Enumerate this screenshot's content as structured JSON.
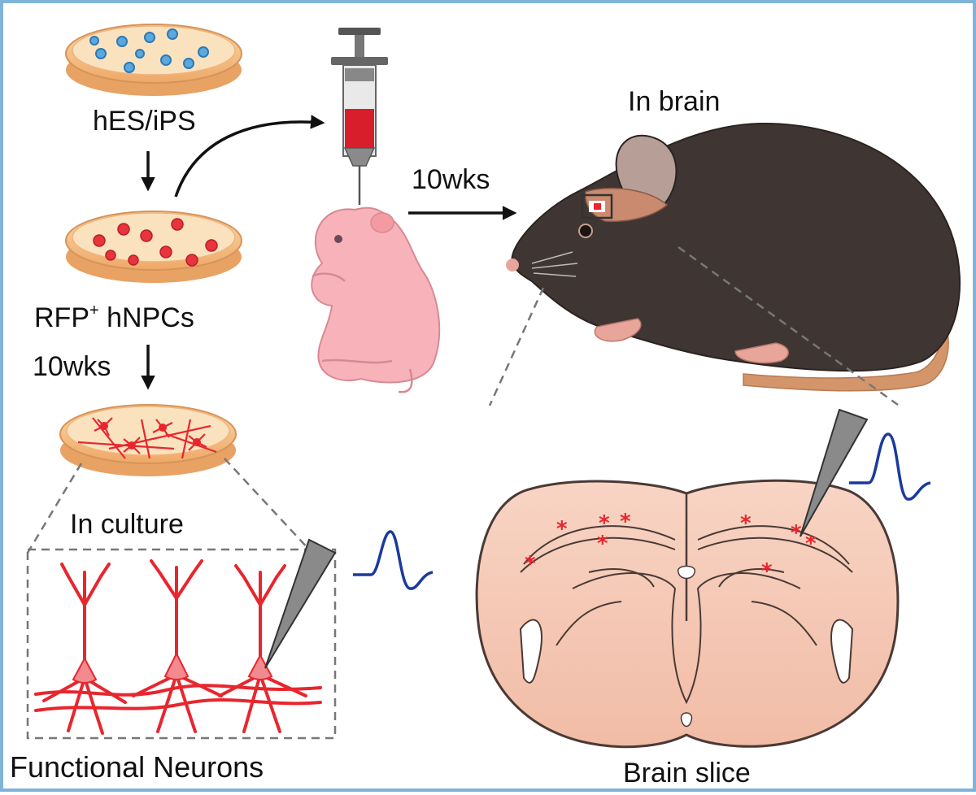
{
  "labels": {
    "hes_ips": "hES/iPS",
    "rfp_prefix": "RFP",
    "rfp_sup": "+",
    "rfp_suffix": " hNPCs",
    "weeks_left": "10wks",
    "weeks_top": "10wks",
    "in_culture": "In culture",
    "functional_neurons": "Functional Neurons",
    "in_brain": "In brain",
    "brain_slice": "Brain slice"
  },
  "colors": {
    "border": "#7fb3d9",
    "dish_media": "#f4c08a",
    "dish_rim": "#e2a066",
    "blue_cell": "#58a8dc",
    "red_cell": "#e8343c",
    "neuron": "#e8262e",
    "waveform": "#1a3a9c",
    "pup": "#f7b3b9",
    "mouse_body": "#3f3633",
    "mouse_skin": "#e8a69a",
    "brain_tissue": "#f6ccbb",
    "syringe_blood": "#d91e2b",
    "electrode": "#8a8a8a"
  },
  "icons": [
    "petri-dish-icon",
    "syringe-icon",
    "neonatal-pup-icon",
    "mouse-icon",
    "electrode-icon",
    "action-potential-icon",
    "neuron-icon",
    "brain-slice-icon",
    "arrow-icon"
  ]
}
